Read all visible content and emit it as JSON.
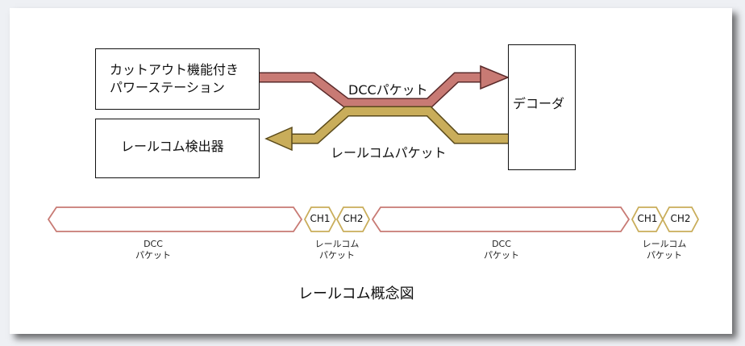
{
  "diagram": {
    "station_line1": "カットアウト機能付き",
    "station_line2": "パワーステーション",
    "detector": "レールコム検出器",
    "decoder": "デコーダ",
    "dcc_arrow_label": "DCCパケット",
    "railcom_arrow_label": "レールコムパケット",
    "timeline": {
      "dcc_top": "DCC",
      "dcc_bottom": "パケット",
      "ch1": "CH1",
      "ch2": "CH2",
      "rc_top": "レールコム",
      "rc_bottom": "パケット"
    },
    "caption": "レールコム概念図",
    "colors": {
      "dcc": "#c87a74",
      "railcom": "#c9ad5a"
    }
  }
}
